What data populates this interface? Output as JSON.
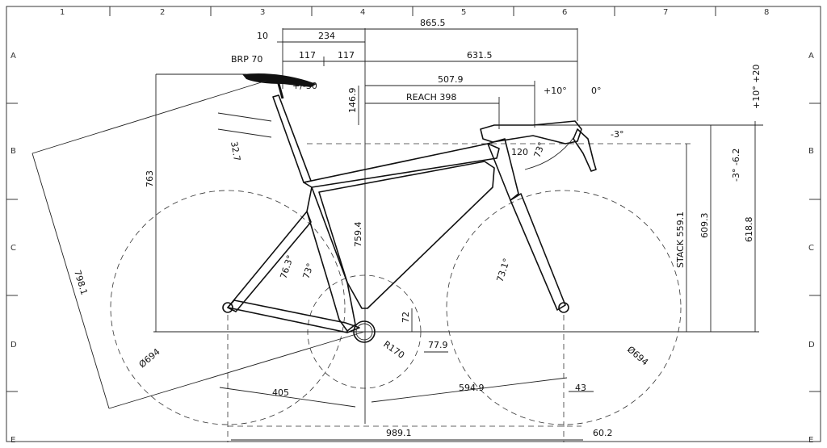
{
  "grid": {
    "cols": [
      "1",
      "2",
      "3",
      "4",
      "5",
      "6",
      "7",
      "8"
    ],
    "rows": [
      "A",
      "B",
      "C",
      "D",
      "E"
    ]
  },
  "labels": {
    "saddle": "BRP 70",
    "reach": "REACH 398",
    "stack": "STACK 559.1",
    "d865": "865.5",
    "d234": "234",
    "d10": "10",
    "d117a": "117",
    "d117b": "117",
    "d631": "631.5",
    "d507": "507.9",
    "d146": "146.9",
    "dpm30": "+/-30",
    "d10deg": "+10°",
    "d0deg": "0°",
    "dm3deg": "-3°",
    "d10p20": "+10° +20",
    "dm3m6": "-3° -6.2",
    "d32": "32.7",
    "d763": "763",
    "d7594": "759.4",
    "d120": "120",
    "d73a": "73°",
    "d763deg": "76.3°",
    "d73b": "73°",
    "d731": "73.1°",
    "d609": "609.3",
    "d618": "618.8",
    "d798": "798.1",
    "d694a": "Ø694",
    "d694b": "Ø694",
    "d72": "72",
    "dR170": "R170",
    "d779": "77.9",
    "d405": "405",
    "d5949": "594.9",
    "d43": "43",
    "d989": "989.1",
    "d602": "60.2"
  }
}
